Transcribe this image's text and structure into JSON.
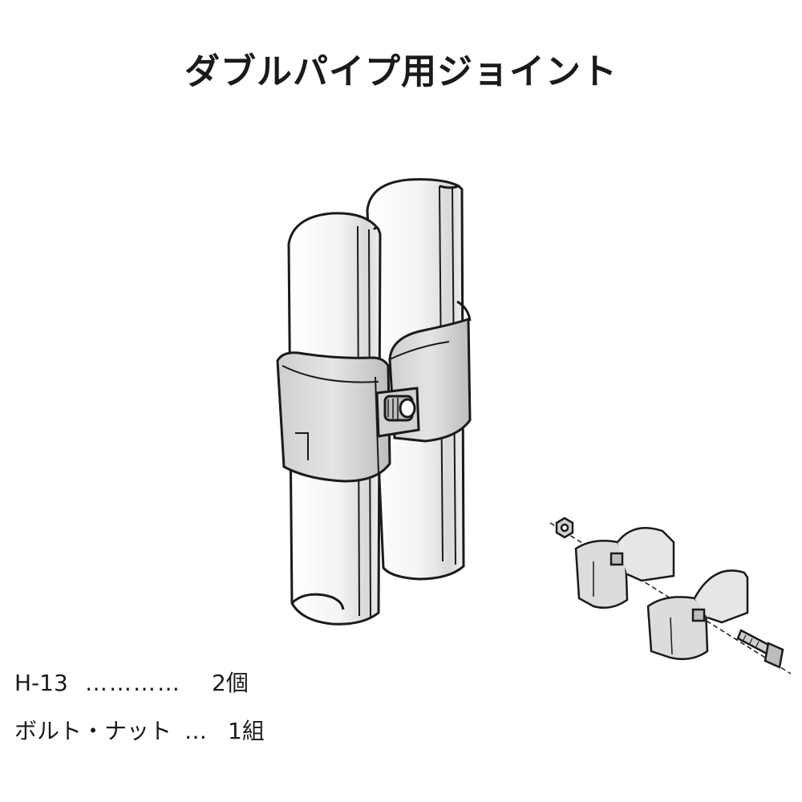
{
  "title": "ダブルパイプ用ジョイント",
  "parts": [
    {
      "name": "H-13",
      "leader": "…………",
      "qty": "2個"
    },
    {
      "name": "ボルト・ナット",
      "leader": "…",
      "qty": "1組"
    }
  ],
  "colors": {
    "line": "#1a1a1a",
    "metal": "#e9e9e9",
    "metal_shade": "#c9c9c9",
    "metal_dark": "#a8a8a8"
  }
}
